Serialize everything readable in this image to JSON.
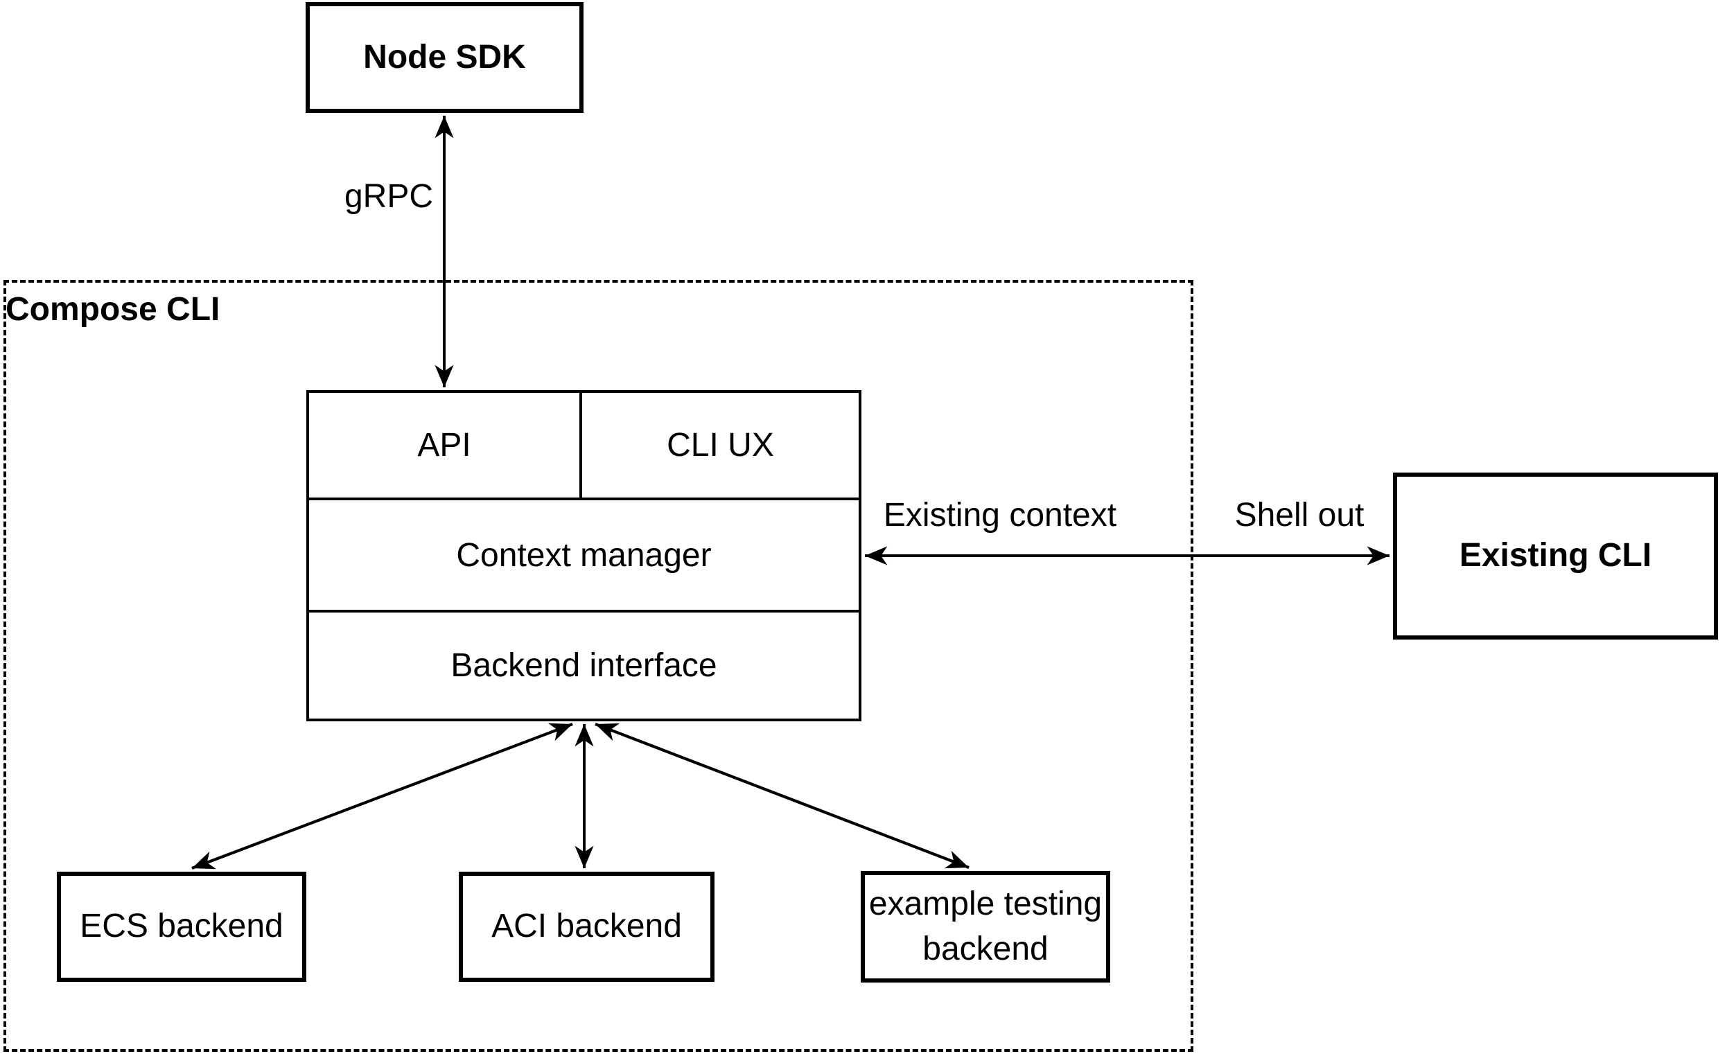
{
  "diagram": {
    "background_color": "#ffffff",
    "line_color": "#000000",
    "nodes": {
      "node_sdk": "Node SDK",
      "existing_cli": "Existing CLI",
      "ecs_backend": "ECS backend",
      "aci_backend": "ACI backend",
      "example_backend": "example testing\nbackend"
    },
    "container": {
      "label": "Compose CLI"
    },
    "stack": {
      "api": "API",
      "cli_ux": "CLI UX",
      "context_manager": "Context manager",
      "backend_interface": "Backend interface"
    },
    "edge_labels": {
      "grpc": "gRPC",
      "existing_context": "Existing context",
      "shell_out": "Shell out"
    }
  }
}
